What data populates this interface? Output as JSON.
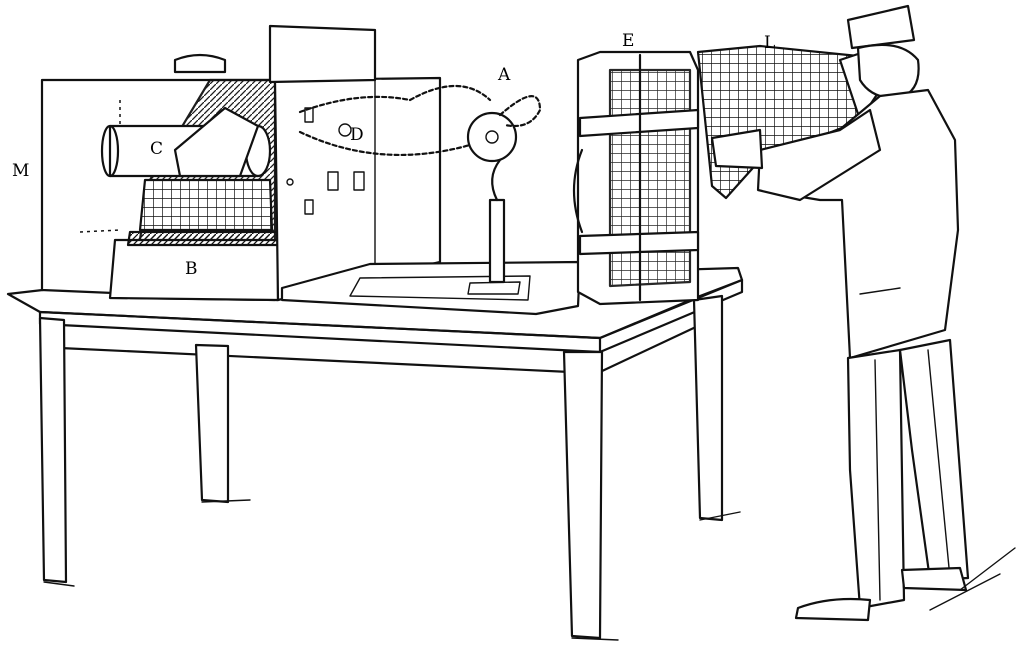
{
  "labels": {
    "a": "A",
    "b": "B",
    "c": "C",
    "d": "D",
    "e": "E",
    "l": "L",
    "m": "M"
  }
}
